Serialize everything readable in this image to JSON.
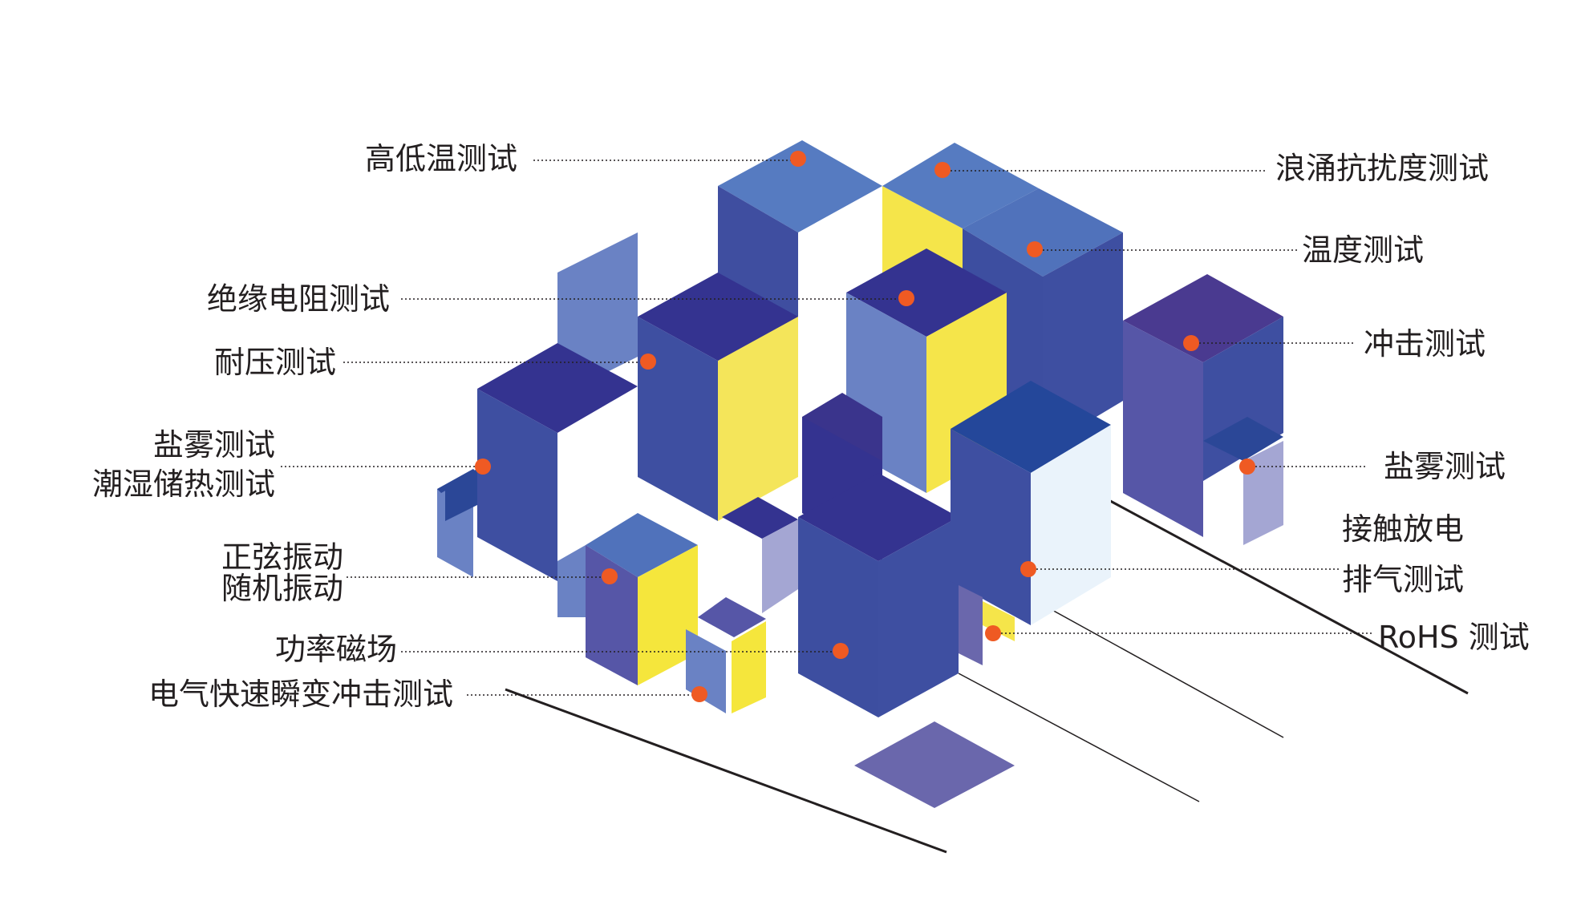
{
  "colors": {
    "dark_navy": "#343390",
    "mid_blue": "#3e4fa1",
    "light_blue": "#5b80c4",
    "periwinkle": "#6a82c4",
    "purple": "#514c9e",
    "lavender": "#a4a6d3",
    "yellow": "#f5e54a",
    "pale": "#eaf3fb",
    "dot": "#ef5a23",
    "leader": "#231f20"
  },
  "labels": {
    "high_low_temp": "高低温测试",
    "surge_immunity": "浪涌抗扰度测试",
    "temperature": "温度测试",
    "insulation_resistance": "绝缘电阻测试",
    "withstand_voltage": "耐压测试",
    "impact_right": "冲击测试",
    "salt_spray_left": "盐雾测试",
    "damp_heat_storage": "潮湿储热测试",
    "salt_spray_right": "盐雾测试",
    "contact_discharge": "接触放电",
    "sine_vibration": "正弦振动",
    "random_vibration": "随机振动",
    "exhaust": "排气测试",
    "power_magnetic": "功率磁场",
    "rohs": "RoHS 测试",
    "eft_burst": "电气快速瞬变冲击测试"
  }
}
